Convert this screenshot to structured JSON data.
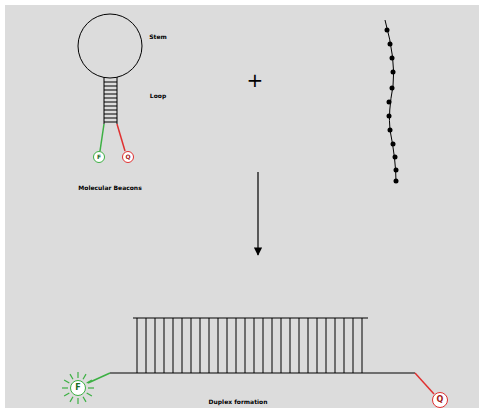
{
  "diagram": {
    "nodes": [
      {
        "text": [
          "F"
        ]
      },
      {
        "text": [
          "Q"
        ]
      },
      {
        "text": [
          "F"
        ]
      },
      {
        "text": [
          "Q"
        ]
      }
    ],
    "labels": [
      "Stem",
      "Loop",
      "Molecular Beacons",
      "+",
      "Duplex formation"
    ]
  }
}
